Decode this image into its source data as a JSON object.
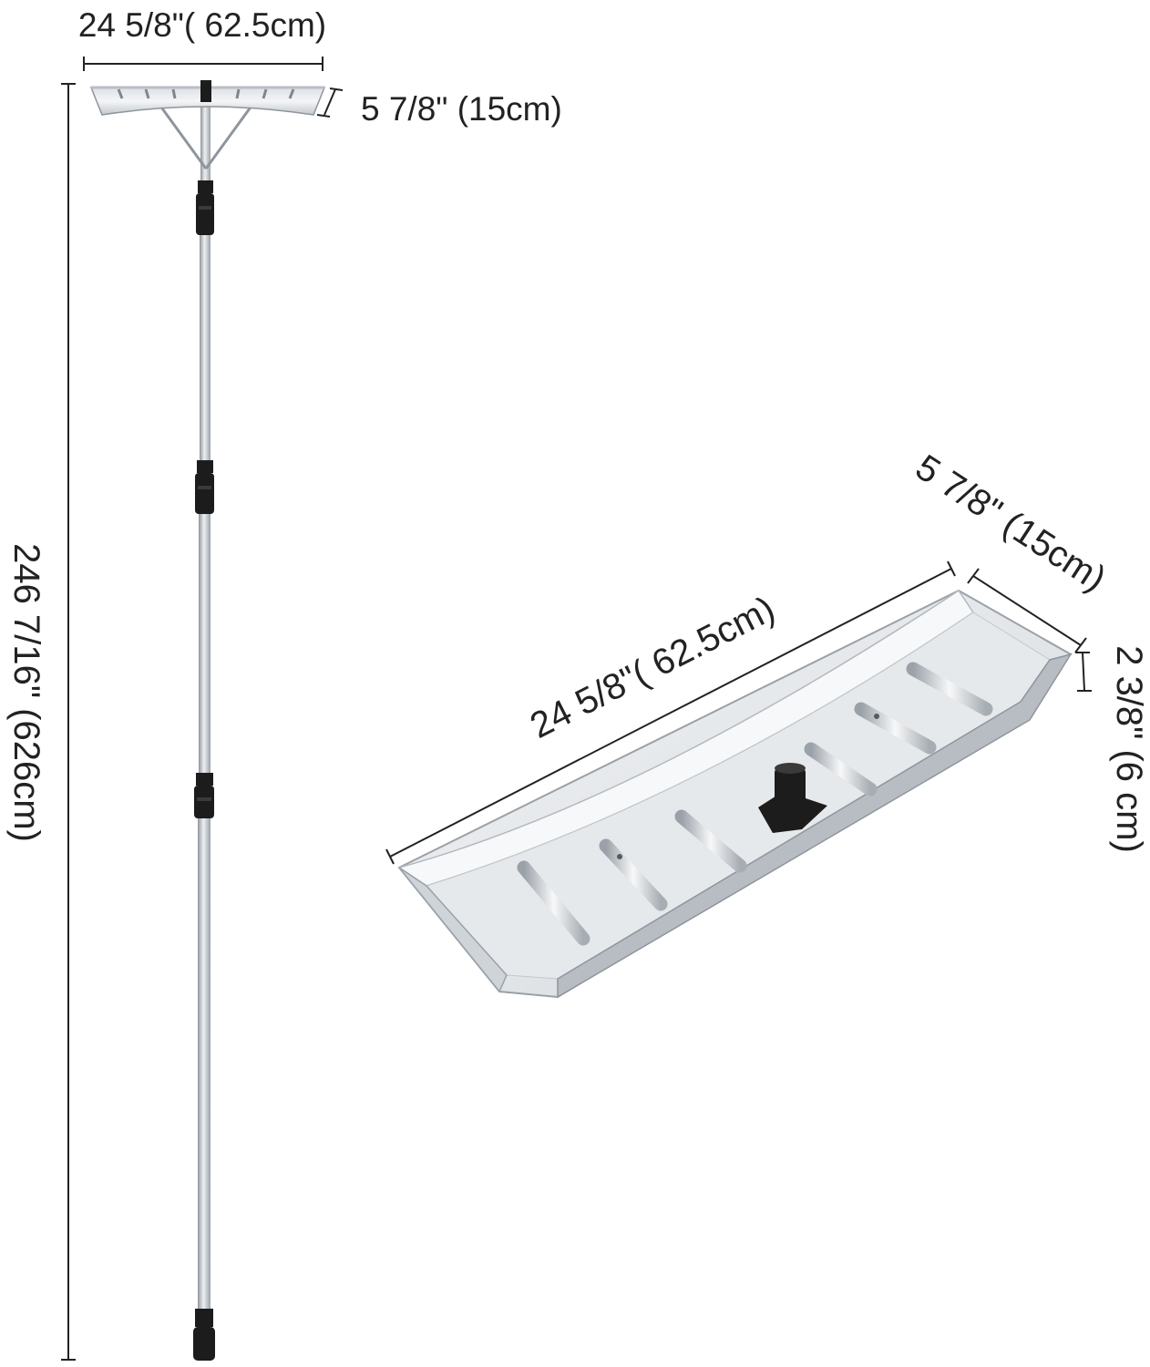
{
  "colors": {
    "background": "#ffffff",
    "dimension_line": "#222222",
    "label_text": "#222222",
    "metal_light": "#e9ecef",
    "metal_mid": "#c3c8cd",
    "metal_dark": "#8e959c",
    "handle_black": "#1c1c1c"
  },
  "dimensions": {
    "rake_width": "24 5/8\"( 62.5cm)",
    "rake_depth": "5 7/8\" (15cm)",
    "overall_length": "246 7/16\" (626cm)",
    "blade_length": "24 5/8\"( 62.5cm)",
    "blade_depth": "5 7/8\" (15cm)",
    "blade_height": "2 3/8\" (6 cm)"
  }
}
